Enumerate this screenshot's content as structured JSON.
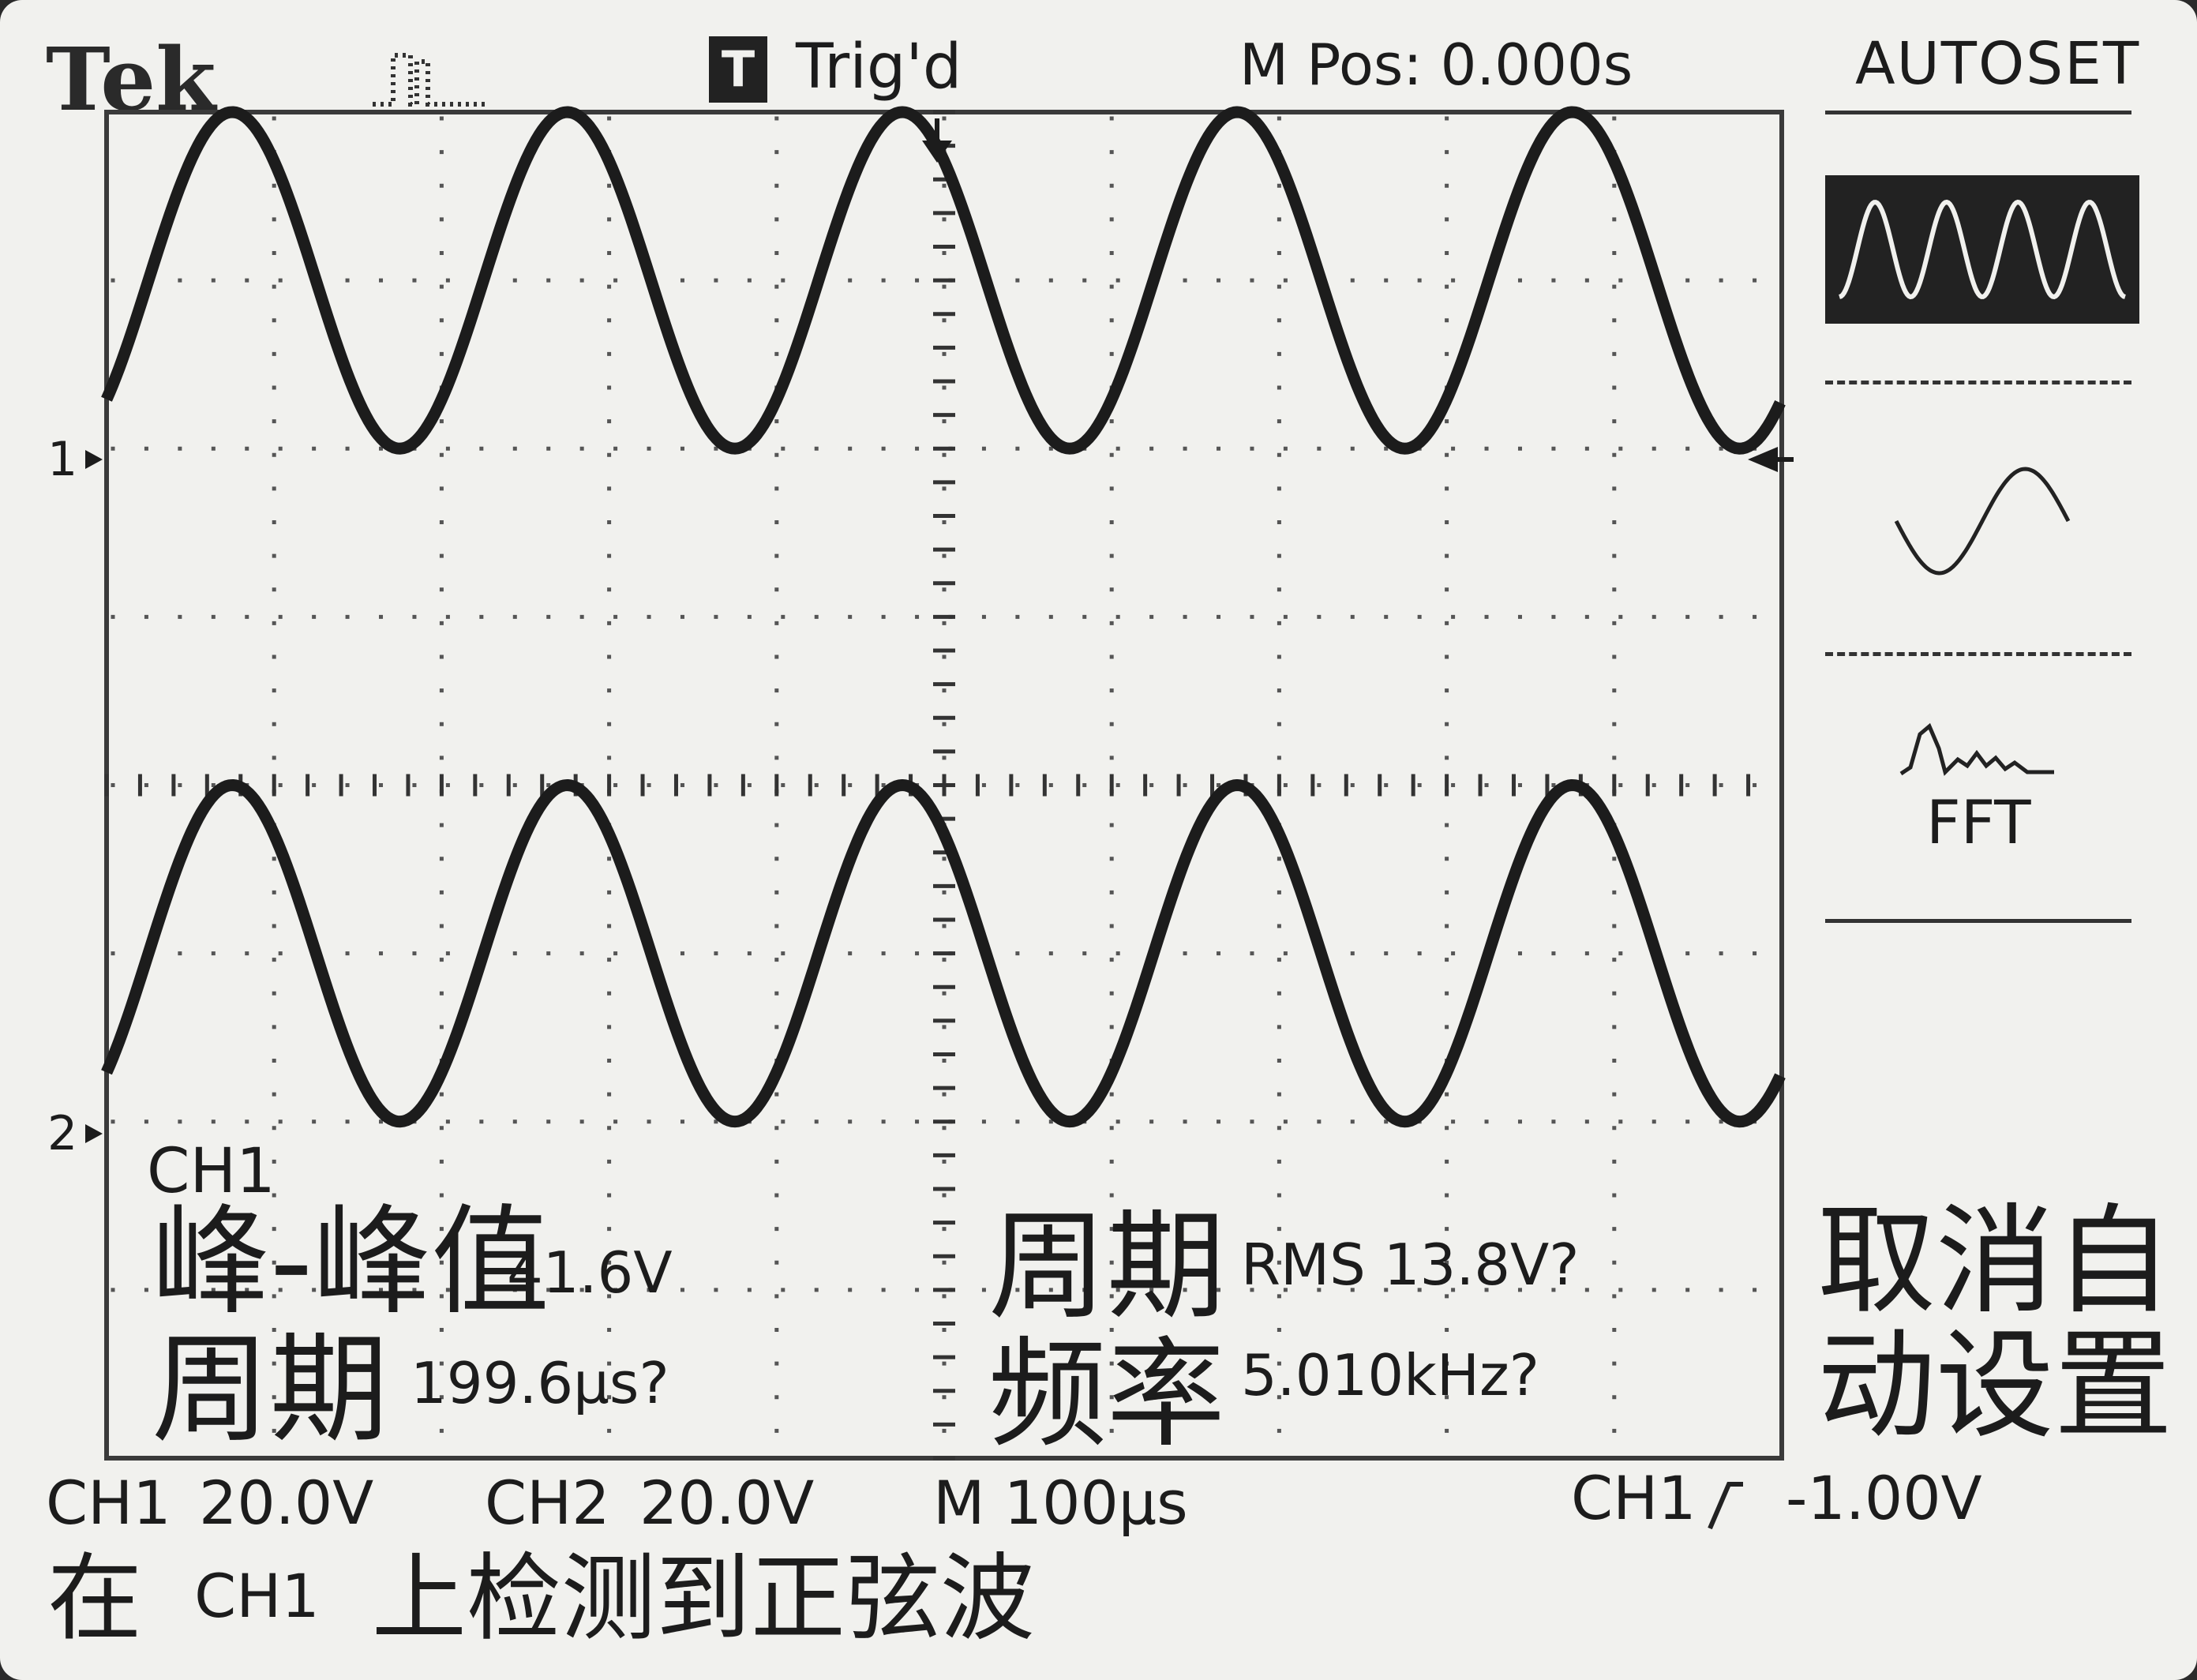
{
  "header": {
    "brand": "Tek",
    "trigger_icon_letter": "T",
    "trigger_status": "Trig'd",
    "main_position": "M Pos: 0.000s",
    "menu_title": "AUTOSET"
  },
  "menu": {
    "items": [
      {
        "icon": "multi-cycle-sine-icon",
        "label": "",
        "selected": true
      },
      {
        "icon": "single-cycle-sine-icon",
        "label": "",
        "selected": false
      },
      {
        "icon": "fft-spectrum-icon",
        "label": "FFT",
        "selected": false
      }
    ],
    "cancel_line1": "取消自",
    "cancel_line2": "动设置"
  },
  "markers": {
    "ch1": "1",
    "ch2": "2"
  },
  "measurements": {
    "channel": "CH1",
    "peak_to_peak_label": "峰-峰值",
    "peak_to_peak_value": "41.6V",
    "period_label": "周期",
    "period_value": "199.6µs?",
    "cycle_rms_label": "周期",
    "cycle_rms_value": "RMS 13.8V?",
    "frequency_label": "频率",
    "frequency_value": "5.010kHz?"
  },
  "status_bar": {
    "ch1_label": "CH1",
    "ch1_scale": "20.0V",
    "ch2_label": "CH2",
    "ch2_scale": "20.0V",
    "timebase": "M 100µs",
    "trigger_source": "CH1",
    "trigger_level": "-1.00V"
  },
  "message": {
    "prefix": "在",
    "channel": "CH1",
    "suffix": "上检测到正弦波"
  },
  "waveforms": [
    {
      "name": "CH1",
      "cycles_on_screen": 5.0,
      "amplitude_divisions": 1.0,
      "ground_division": 1.0
    },
    {
      "name": "CH2",
      "cycles_on_screen": 5.0,
      "amplitude_divisions": 1.0,
      "ground_division": 5.0
    }
  ],
  "colors": {
    "screen_bg": "#f1f1ee",
    "trace": "#1c1c1c",
    "bezel": "#2a2a2a"
  }
}
